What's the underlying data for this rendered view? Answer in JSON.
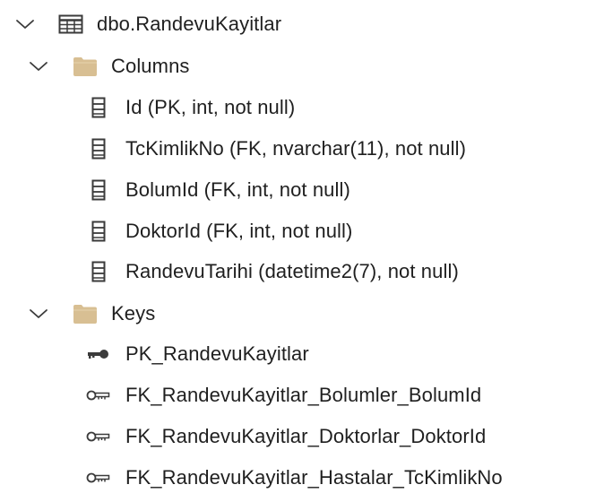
{
  "tree": {
    "table": {
      "label": "dbo.RandevuKayitlar",
      "expanded": true,
      "icon": "table-icon"
    },
    "columns_folder": {
      "label": "Columns",
      "expanded": true,
      "icon": "folder-icon",
      "items": [
        {
          "label": "Id (PK, int, not null)",
          "icon": "column-icon"
        },
        {
          "label": "TcKimlikNo (FK, nvarchar(11), not null)",
          "icon": "column-icon"
        },
        {
          "label": "BolumId (FK, int, not null)",
          "icon": "column-icon"
        },
        {
          "label": "DoktorId (FK, int, not null)",
          "icon": "column-icon"
        },
        {
          "label": "RandevuTarihi (datetime2(7), not null)",
          "icon": "column-icon"
        }
      ]
    },
    "keys_folder": {
      "label": "Keys",
      "expanded": true,
      "icon": "folder-icon",
      "items": [
        {
          "label": "PK_RandevuKayitlar",
          "icon": "primary-key-icon"
        },
        {
          "label": "FK_RandevuKayitlar_Bolumler_BolumId",
          "icon": "foreign-key-icon"
        },
        {
          "label": "FK_RandevuKayitlar_Doktorlar_DoktorId",
          "icon": "foreign-key-icon"
        },
        {
          "label": "FK_RandevuKayitlar_Hastalar_TcKimlikNo",
          "icon": "foreign-key-icon"
        }
      ]
    }
  },
  "colors": {
    "text": "#1f1f1f",
    "icon_stroke": "#3b3b3b",
    "folder_fill": "#d8bf93"
  }
}
